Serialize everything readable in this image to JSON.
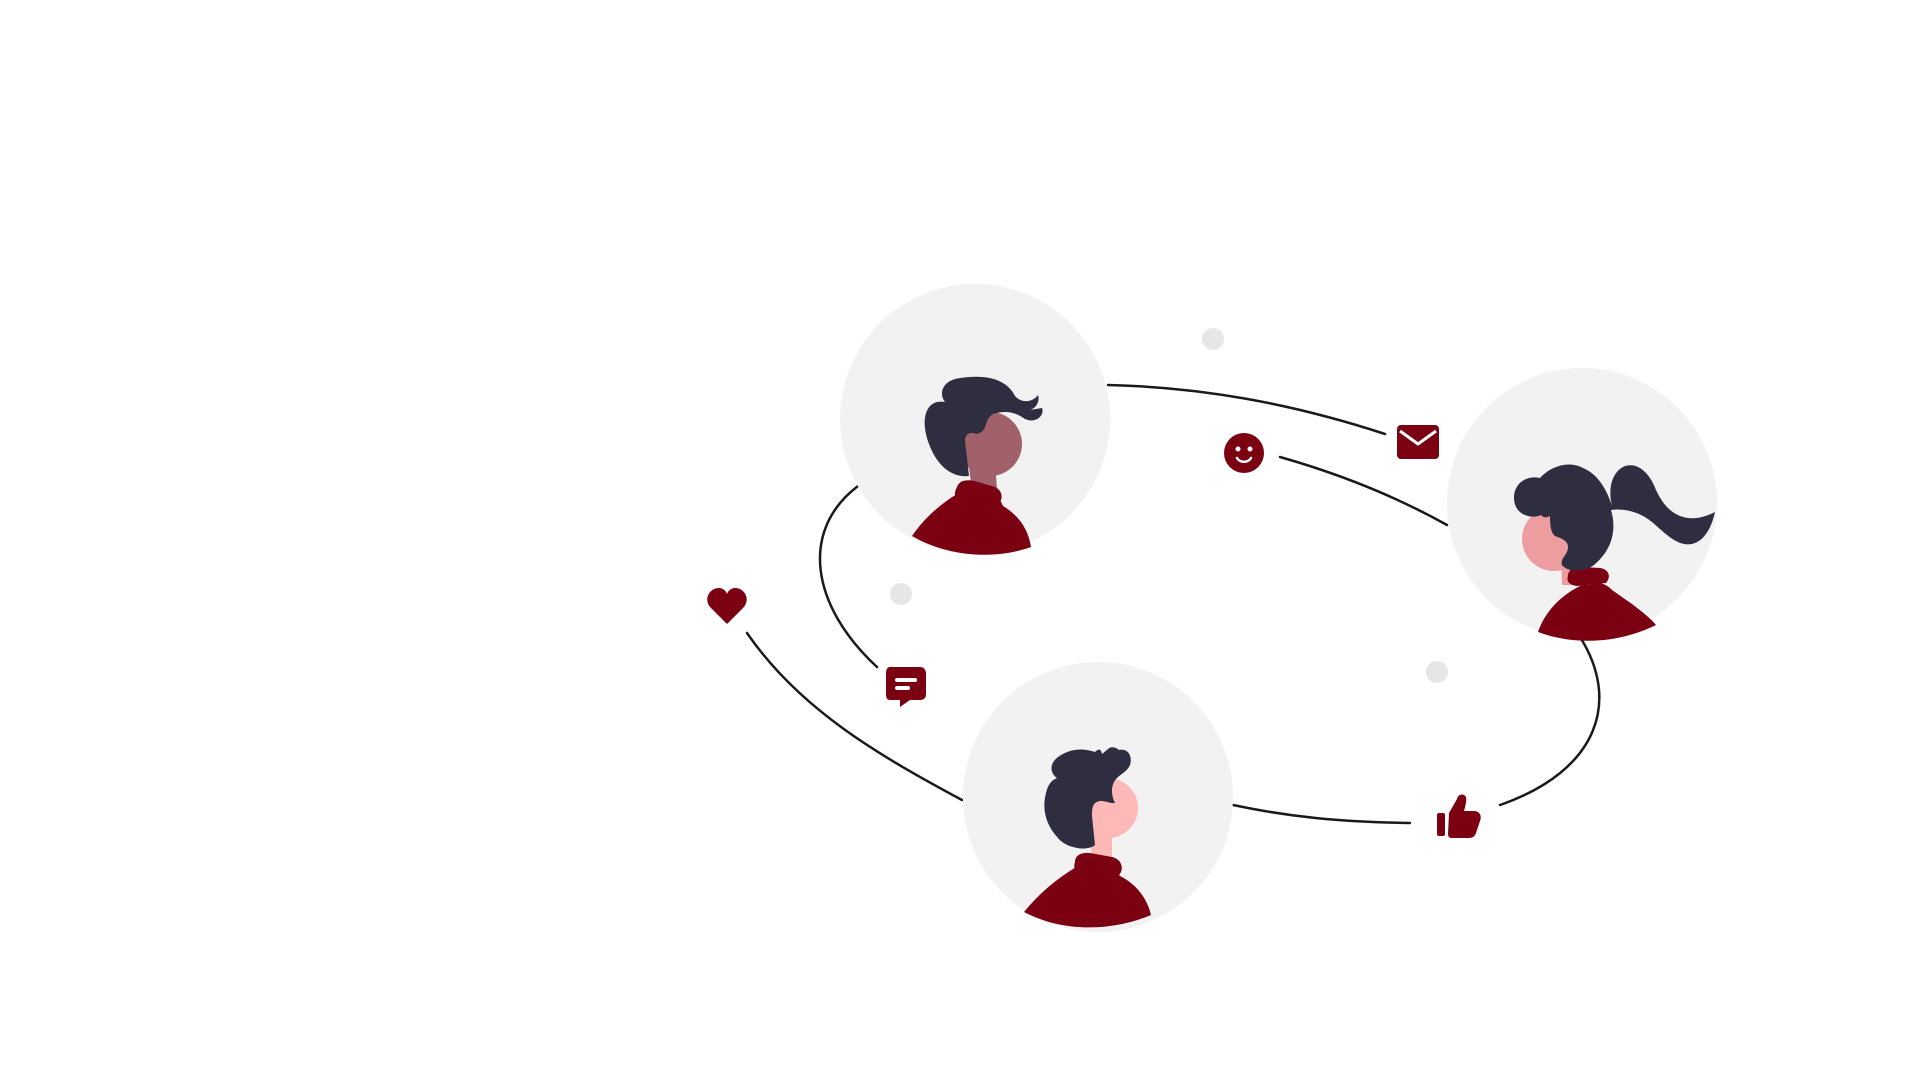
{
  "illustration": {
    "subject": "social-network",
    "people": [
      "person-top",
      "person-right",
      "person-bottom"
    ],
    "icons": [
      "email-icon",
      "smiley-icon",
      "heart-icon",
      "chat-icon",
      "thumbs-up-icon"
    ]
  },
  "colors": {
    "background": "#ffffff",
    "avatar_bg": "#f2f2f2",
    "accent": "#7b0012",
    "hair": "#2f2e41",
    "skin_dark": "#a0616a",
    "skin_light": "#ffb8b8",
    "skin_mid": "#ed9da0",
    "dot": "#e6e6e6",
    "line": "#1a1a1a"
  }
}
